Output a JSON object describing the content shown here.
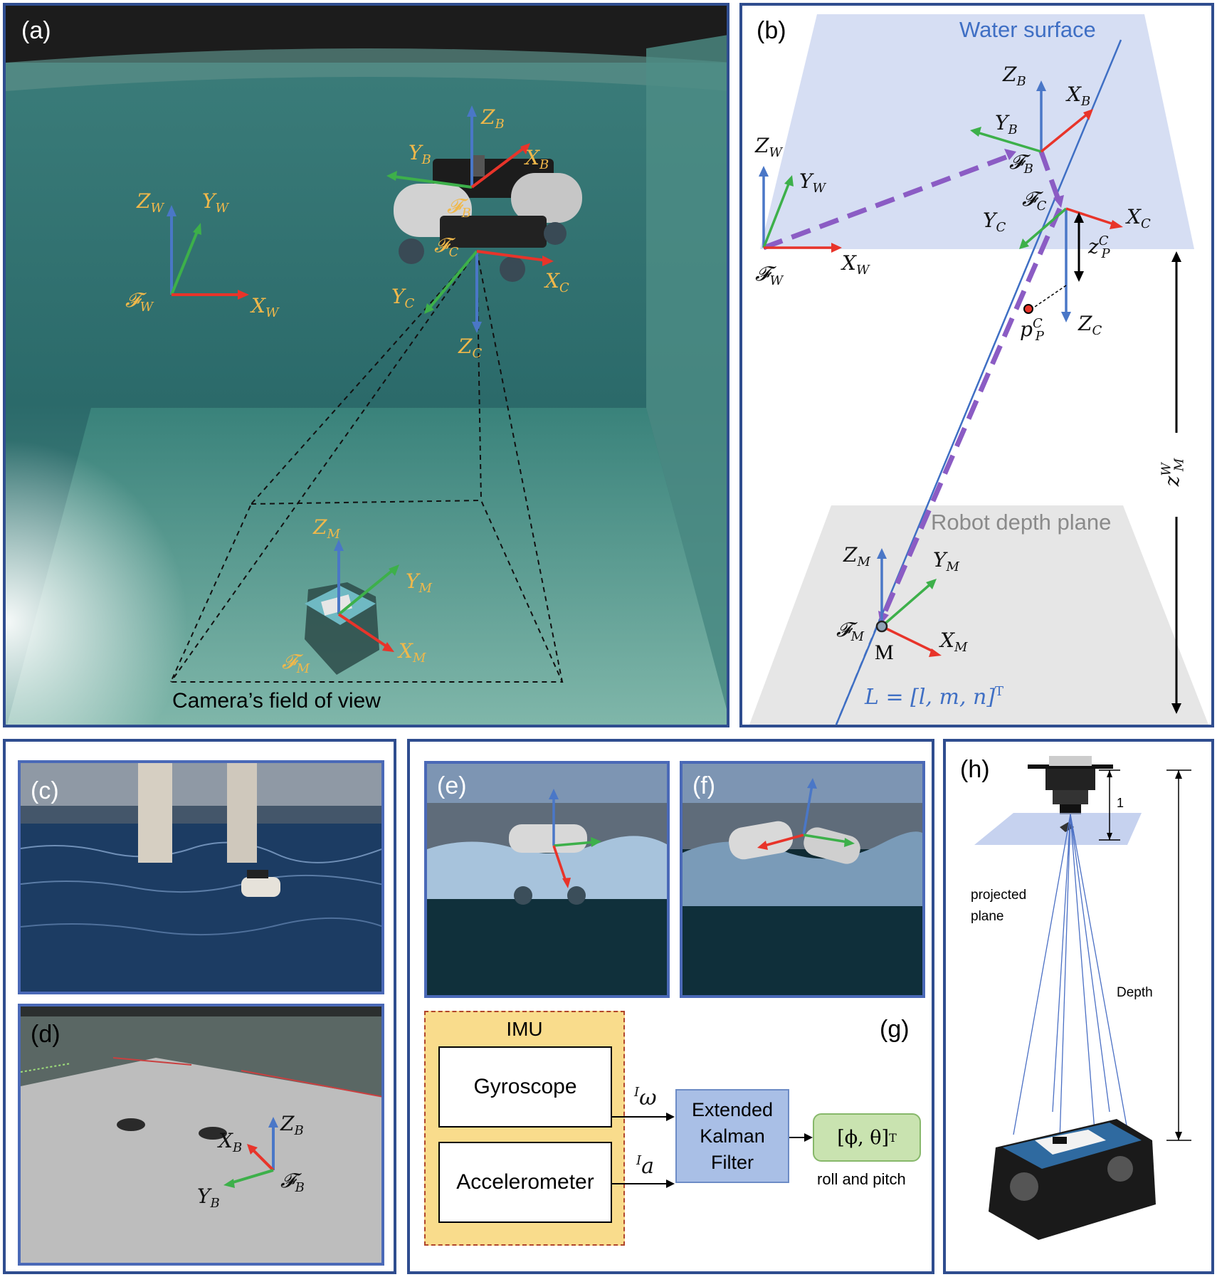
{
  "panel_a": {
    "label": "(a)",
    "frames": {
      "world": {
        "z": "Z",
        "z_sub": "W",
        "y": "Y",
        "y_sub": "W",
        "x": "X",
        "x_sub": "W",
        "f": "𝓕",
        "f_sub": "W"
      },
      "body": {
        "z": "Z",
        "z_sub": "B",
        "y": "Y",
        "y_sub": "B",
        "x": "X",
        "x_sub": "B",
        "f": "𝓕",
        "f_sub": "B"
      },
      "camera": {
        "z": "Z",
        "z_sub": "C",
        "y": "Y",
        "y_sub": "C",
        "x": "X",
        "x_sub": "C",
        "f": "𝓕",
        "f_sub": "C"
      },
      "marker": {
        "z": "Z",
        "z_sub": "M",
        "y": "Y",
        "y_sub": "M",
        "x": "X",
        "x_sub": "M",
        "f": "𝓕",
        "f_sub": "M"
      }
    },
    "fov_caption": "Camera’s field of view"
  },
  "panel_b": {
    "label": "(b)",
    "water_surface": "Water surface",
    "depth_plane": "Robot depth plane",
    "point_label": "p",
    "point_sub": "P",
    "point_sup": "C",
    "zpc": "z",
    "zpc_sub": "P",
    "zpc_sup": "C",
    "zmw": "z",
    "zmw_sub": "M",
    "zmw_sup": "W",
    "marker_point": "M",
    "line_eq": "L = [l, m, n]",
    "line_sup": "T"
  },
  "panel_c": {
    "label": "(c)"
  },
  "panel_d": {
    "label": "(d)",
    "frame": {
      "z": "Z",
      "z_sub": "B",
      "x": "X",
      "x_sub": "B",
      "y": "Y",
      "y_sub": "B",
      "f": "𝓕",
      "f_sub": "B"
    }
  },
  "panel_e": {
    "label": "(e)"
  },
  "panel_f": {
    "label": "(f)"
  },
  "panel_g": {
    "label": "(g)",
    "imu": "IMU",
    "gyroscope": "Gyroscope",
    "accelerometer": "Accelerometer",
    "omega_pre": "I",
    "omega": "ω",
    "acc_pre": "I",
    "acc": "a",
    "ekf_line1": "Extended",
    "ekf_line2": "Kalman",
    "ekf_line3": "Filter",
    "output": "[ϕ, θ]",
    "output_sup": "T",
    "output_caption": "roll and pitch"
  },
  "panel_h": {
    "label": "(h)",
    "unit": "1",
    "projected_line1": "projected",
    "projected_line2": "plane",
    "depth": "Depth"
  },
  "colors": {
    "x_axis": "#e8342a",
    "y_axis": "#3db04a",
    "z_axis": "#4a77c7",
    "dashed": "#8b5cc4",
    "border": "#2f4d8f",
    "label_yellow": "#f0b84a",
    "imu_fill": "#f9dc8c",
    "ekf_fill": "#a9bfe6",
    "out_fill": "#c9e3b0"
  }
}
